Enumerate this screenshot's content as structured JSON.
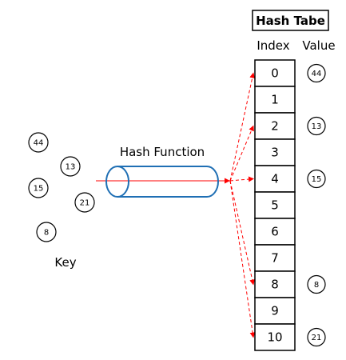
{
  "title": "Hash Tabe",
  "headers": {
    "index": "Index",
    "value": "Value"
  },
  "function_label": "Hash Function",
  "keys_label": "Key",
  "keys": [
    "44",
    "13",
    "15",
    "21",
    "8"
  ],
  "table": [
    {
      "index": "0",
      "value": "44"
    },
    {
      "index": "1",
      "value": ""
    },
    {
      "index": "2",
      "value": "13"
    },
    {
      "index": "3",
      "value": ""
    },
    {
      "index": "4",
      "value": "15"
    },
    {
      "index": "5",
      "value": ""
    },
    {
      "index": "6",
      "value": ""
    },
    {
      "index": "7",
      "value": ""
    },
    {
      "index": "8",
      "value": "8"
    },
    {
      "index": "9",
      "value": ""
    },
    {
      "index": "10",
      "value": "21"
    }
  ],
  "colors": {
    "arrow": "#ff0000",
    "cylinder": "#1f6fb4",
    "border": "#000000"
  }
}
